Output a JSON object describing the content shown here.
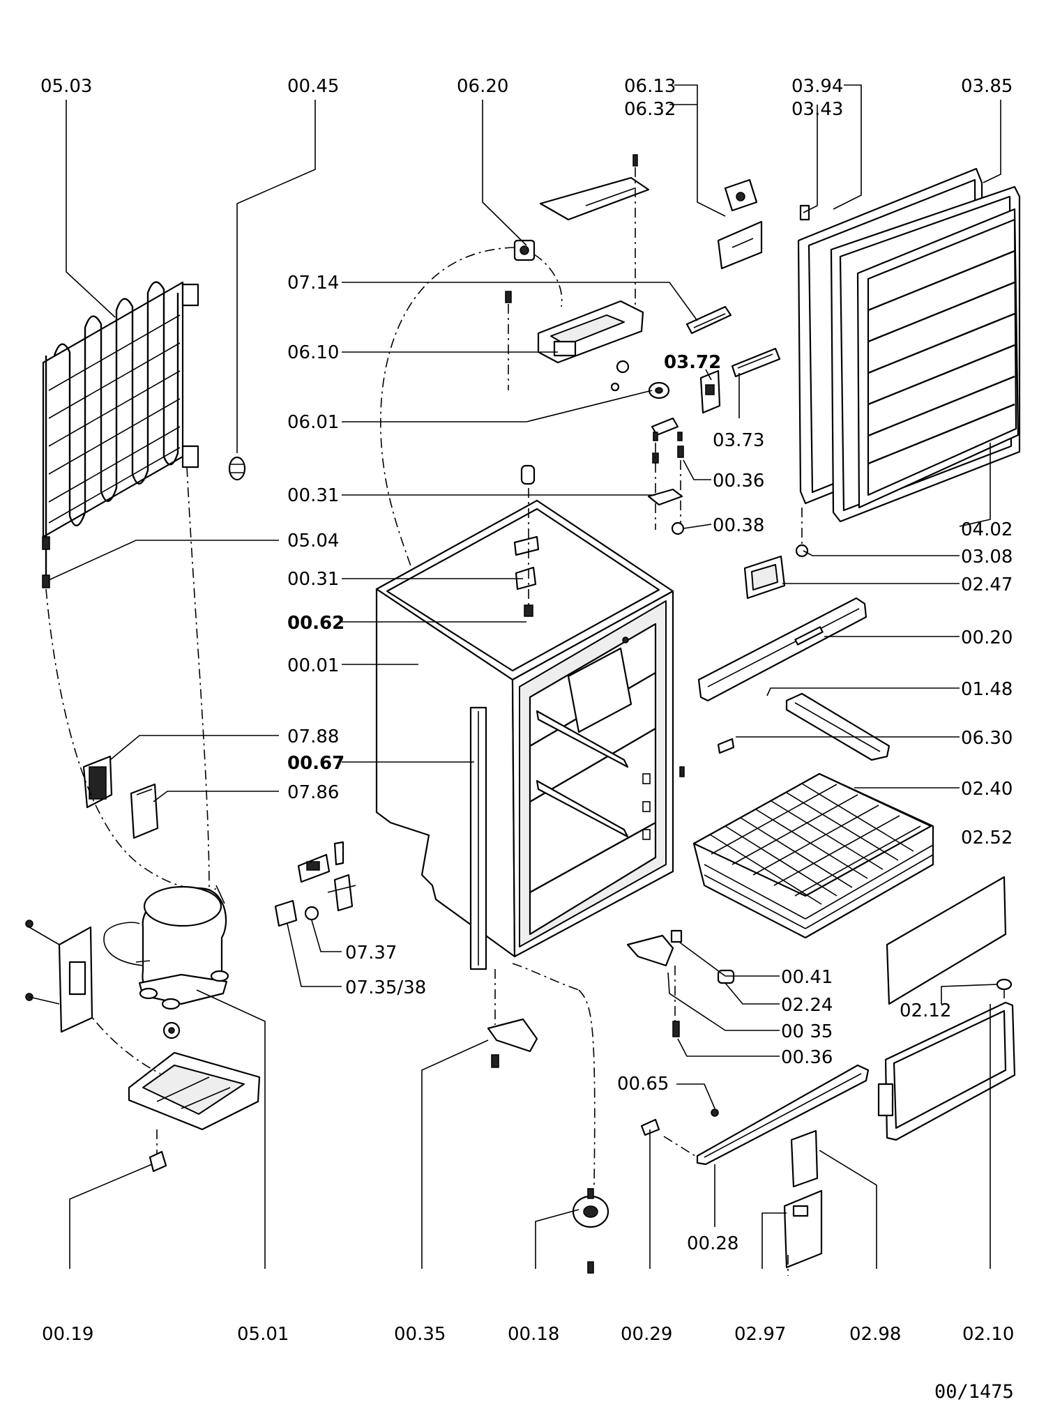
{
  "labels": {
    "l0503": "05.03",
    "l0045": "00.45",
    "l0620": "06.20",
    "l0613": "06.13",
    "l0632": "06.32",
    "l0394": "03.94",
    "l0343": "03.43",
    "l0385": "03.85",
    "l0714": "07.14",
    "l0610": "06.10",
    "l0372": "03.72",
    "l0373": "03.73",
    "l0601": "06.01",
    "l0036a": "00.36",
    "l0031a": "00.31",
    "l0038": "00.38",
    "l0402": "04.02",
    "l0504": "05.04",
    "l0308": "03.08",
    "l0031b": "00.31",
    "l0247": "02.47",
    "l0062": "00.62",
    "l0020": "00.20",
    "l0001": "00.01",
    "l0148": "01.48",
    "l0788": "07.88",
    "l0630": "06.30",
    "l0067": "00.67",
    "l0786": "07.86",
    "l0240": "02.40",
    "l0252": "02.52",
    "l0737": "07.37",
    "l0041": "00.41",
    "l07358": "07.35/38",
    "l0224": "02.24",
    "l0212": "02.12",
    "l0035a": "00 35",
    "l0036b": "00.36",
    "l0065": "00.65",
    "l0028": "00.28",
    "l0019": "00.19",
    "l0501": "05.01",
    "l0035b": "00.35",
    "l0018": "00.18",
    "l0029": "00.29",
    "l0297": "02.97",
    "l0298": "02.98",
    "l0210": "02.10"
  },
  "footer": {
    "code": "00/1475"
  }
}
